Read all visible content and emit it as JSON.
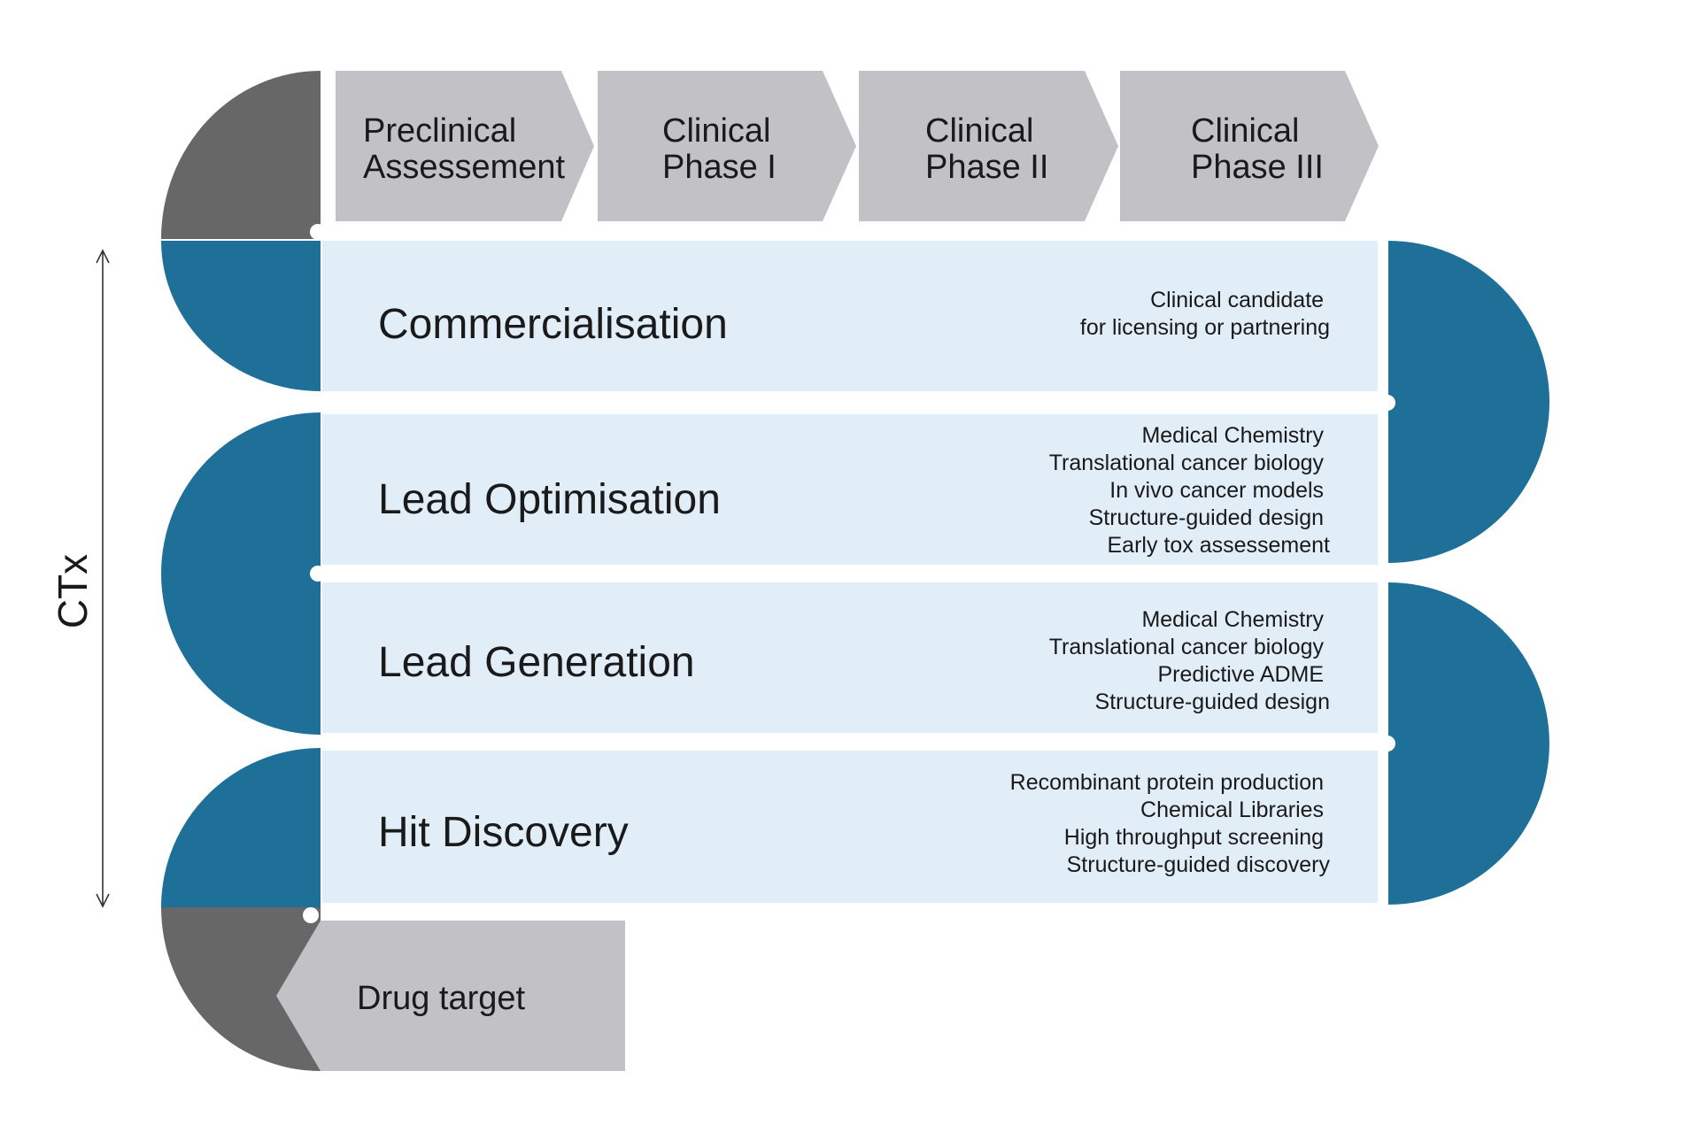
{
  "axis": {
    "label": "CTx"
  },
  "top_steps": [
    {
      "lines": [
        "Preclinical",
        "Assessement"
      ]
    },
    {
      "lines": [
        "Clinical",
        "Phase I"
      ]
    },
    {
      "lines": [
        "Clinical",
        "Phase II"
      ]
    },
    {
      "lines": [
        "Clinical",
        "Phase III"
      ]
    }
  ],
  "stages": [
    {
      "title": "Commercialisation",
      "details": [
        "Clinical candidate",
        "for licensing or partnering"
      ]
    },
    {
      "title": "Lead Optimisation",
      "details": [
        "Medical Chemistry",
        "Translational cancer biology",
        "In vivo cancer models",
        "Structure-guided design",
        "Early tox assessement"
      ]
    },
    {
      "title": "Lead Generation",
      "details": [
        "Medical Chemistry",
        "Translational cancer biology",
        "Predictive ADME",
        "Structure-guided design"
      ]
    },
    {
      "title": "Hit  Discovery",
      "details": [
        "Recombinant protein production",
        "Chemical Libraries",
        "High throughput screening",
        "Structure-guided discovery"
      ]
    }
  ],
  "start": {
    "label": "Drug target"
  },
  "colors": {
    "blue": "#1f7099",
    "gray_dark": "#676767",
    "gray_light": "#c1c1c6",
    "band": "#e1eef8"
  }
}
